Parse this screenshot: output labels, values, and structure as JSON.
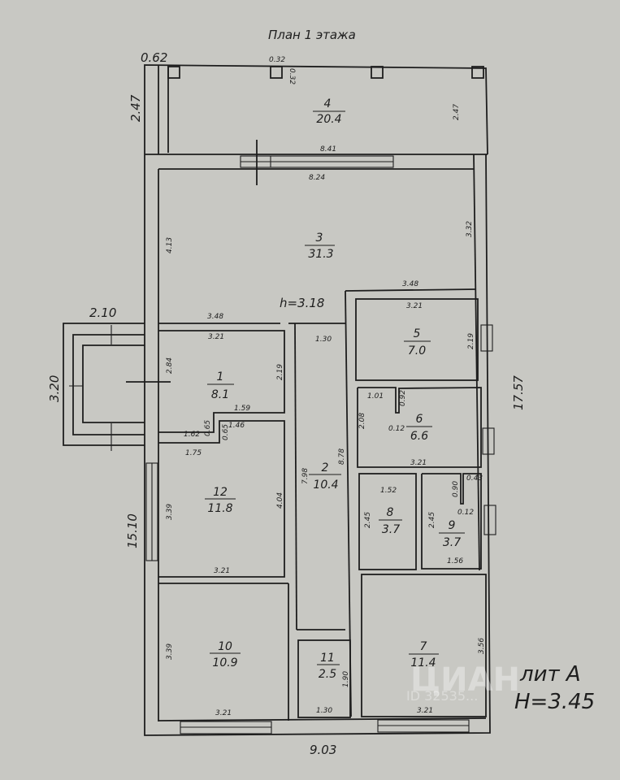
{
  "title": "План 1 этажа",
  "liter": "лит А",
  "height_total": "H=3.45",
  "height_inner": "h=3.18",
  "watermark": {
    "brand": "ЦИАН",
    "id": "ID 32535..."
  },
  "rooms": [
    {
      "no": "1",
      "area": "8.1"
    },
    {
      "no": "2",
      "area": "10.4"
    },
    {
      "no": "3",
      "area": "31.3"
    },
    {
      "no": "4",
      "area": "20.4"
    },
    {
      "no": "5",
      "area": "7.0"
    },
    {
      "no": "6",
      "area": "6.6"
    },
    {
      "no": "7",
      "area": "11.4"
    },
    {
      "no": "8",
      "area": "3.7"
    },
    {
      "no": "9",
      "area": "3.7"
    },
    {
      "no": "10",
      "area": "10.9"
    },
    {
      "no": "11",
      "area": "2.5"
    },
    {
      "no": "12",
      "area": "11.8"
    }
  ],
  "dims": {
    "overall_left": "15.10",
    "overall_right": "17.57",
    "overall_bottom": "9.03",
    "veranda_offset": "0.62",
    "veranda_depth": "2.47",
    "veranda_depth_inner": "2.47",
    "pillar_w": "0.32",
    "pillar_h": "0.32",
    "r4_width": "8.41",
    "r3_width": "8.24",
    "r3_left": "4.13",
    "r3_right": "3.32",
    "porch_w": "2.10",
    "porch_h": "3.20",
    "r1_top_outer": "3.48",
    "r1_top": "3.21",
    "r1_left": "2.84",
    "r1_right": "2.19",
    "r1_step": "1.59",
    "r1_bottom": "1.62",
    "r1_step_h": "0.65",
    "r12_step_h": "0.65",
    "r12_top_right": "1.46",
    "r12_top_left": "1.75",
    "corridor_w": "1.30",
    "corridor_left": "7.98",
    "corridor_right": "8.78",
    "r12_left": "3.39",
    "r12_right": "4.04",
    "r12_bottom": "3.21",
    "r10_left": "3.39",
    "r10_bottom": "3.21",
    "r11_h": "1.90",
    "r11_w": "1.30",
    "r5_top_outer": "3.48",
    "r5_top": "3.21",
    "r5_right": "2.19",
    "r6_niche_w": "1.01",
    "r6_niche_h": "0.92",
    "r6_niche_t": "0.12",
    "r6_left": "2.08",
    "r6_bottom": "3.21",
    "r8_w": "1.52",
    "r8_h": "2.45",
    "r9_h": "2.45",
    "r9_niche_h": "0.90",
    "r9_niche_w": "0.43",
    "r9_niche_t": "0.12",
    "r9_w": "1.56",
    "r7_right": "3.56",
    "r7_bottom": "3.21"
  }
}
